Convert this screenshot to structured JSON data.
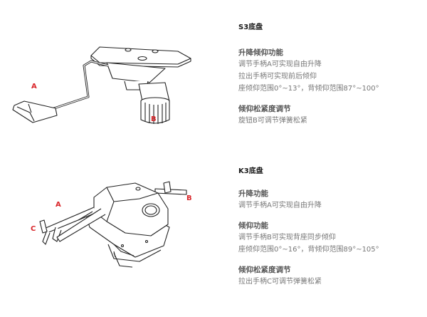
{
  "s3": {
    "title": "S3底盘",
    "callouts": {
      "a": "A",
      "b": "B"
    },
    "sections": [
      {
        "heading": "升降倾仰功能",
        "lines": [
          "调节手柄A可实现自由升降",
          "拉出手柄可实现前后倾仰",
          "座倾仰范围0°~13°，背倾仰范围87°~100°"
        ]
      },
      {
        "heading": "倾仰松紧度调节",
        "lines": [
          "旋钮B可调节弹簧松紧"
        ]
      }
    ]
  },
  "k3": {
    "title": "K3底盘",
    "callouts": {
      "a": "A",
      "b": "B",
      "c": "C"
    },
    "sections": [
      {
        "heading": "升降功能",
        "lines": [
          "调节手柄A可实现自由升降"
        ]
      },
      {
        "heading": "倾仰功能",
        "lines": [
          "调节手柄B可实现背座同步倾仰",
          "座倾仰范围0°~16°，背倾仰范围89°~105°"
        ]
      },
      {
        "heading": "倾仰松紧度调节",
        "lines": [
          "拉出手柄C可调节弹簧松紧"
        ]
      }
    ]
  }
}
